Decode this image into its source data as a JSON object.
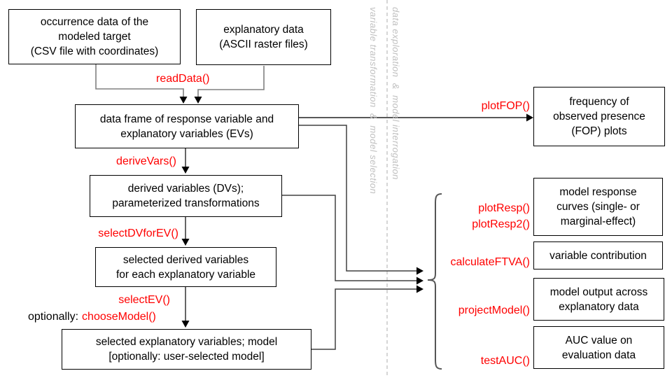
{
  "boxes": {
    "occurrence": {
      "lines": [
        "occurrence data of the",
        "modeled target",
        "(CSV file with coordinates)"
      ]
    },
    "explanatory": {
      "lines": [
        "explanatory data",
        "(ASCII raster files)"
      ]
    },
    "dataframe": {
      "lines": [
        "data frame of response variable and",
        "explanatory variables (EVs)"
      ]
    },
    "derived": {
      "lines": [
        "derived variables (DVs);",
        "parameterized transformations"
      ]
    },
    "selected_dv": {
      "lines": [
        "selected derived variables",
        "for each explanatory variable"
      ]
    },
    "selected_ev": {
      "lines": [
        "selected explanatory variables; model",
        "[optionally: user-selected model]"
      ]
    },
    "fop": {
      "lines": [
        "frequency of",
        "observed presence",
        "(FOP) plots"
      ]
    },
    "response_curves": {
      "lines": [
        "model response",
        "curves (single- or",
        "marginal-effect)"
      ]
    },
    "contribution": {
      "lines": [
        "variable contribution"
      ]
    },
    "model_output": {
      "lines": [
        "model output across",
        "explanatory data"
      ]
    },
    "auc": {
      "lines": [
        "AUC value on",
        "evaluation data"
      ]
    }
  },
  "functions": {
    "read_data": "readData()",
    "derive_vars": "deriveVars()",
    "select_dv_for_ev": "selectDVforEV()",
    "select_ev": "selectEV()",
    "optionally_prefix": "optionally:",
    "choose_model": "chooseModel()",
    "plot_fop": "plotFOP()",
    "plot_resp": "plotResp()",
    "plot_resp2": "plotResp2()",
    "calculate_ftva": "calculateFTVA()",
    "project_model": "projectModel()",
    "test_auc": "testAUC()"
  },
  "lanes": {
    "left": "variable transformation  &  model selection",
    "right": "data exploration  &  model interrogation"
  },
  "colors": {
    "function_label": "#ff0000",
    "box_border": "#000000",
    "lane_text": "#c0c0c0",
    "connector": "#404040",
    "top_connector": "#808080"
  }
}
